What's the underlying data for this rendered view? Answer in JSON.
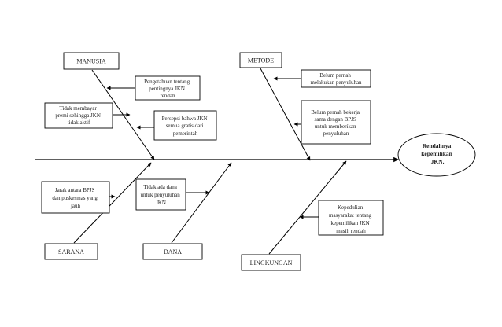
{
  "head": [
    "Rendahnya",
    "kepemilikan",
    "JKN."
  ],
  "categories": {
    "manusia": "MANUSIA",
    "metode": "METODE",
    "sarana": "SARANA",
    "dana": "DANA",
    "lingkungan": "LINGKUNGAN"
  },
  "causes": {
    "manusia_pengetahuan": [
      "Pengetahuan  tentang",
      "pentingnya  JKN",
      "rendah"
    ],
    "manusia_persepsi": [
      "Persepsi bahwa JKN",
      "semua gratis dari",
      "pemerintah"
    ],
    "manusia_tidak_membayar": [
      "Tidak membayar",
      "premi sehingga JKN",
      "tidak aktif"
    ],
    "metode_belum_penyuluhan": [
      "Belum  pernah",
      "melakukan  penyuluhan"
    ],
    "metode_belum_bekerja": [
      "Belum  pernah bekerja",
      "sama dengan BPJS",
      "untuk memberikan",
      "penyuluhan"
    ],
    "sarana_jarak": [
      "Jarak antara BPJS",
      "dan puskesmas yang",
      "jauh"
    ],
    "dana_tidak_ada": [
      "Tidak ada dana",
      "untuk penyuluhan",
      "JKN"
    ],
    "lingkungan_kepedulian": [
      "Kepedulian",
      "masyarakat  tentang",
      "kepemilikan  JKN",
      "masih rendah"
    ]
  }
}
